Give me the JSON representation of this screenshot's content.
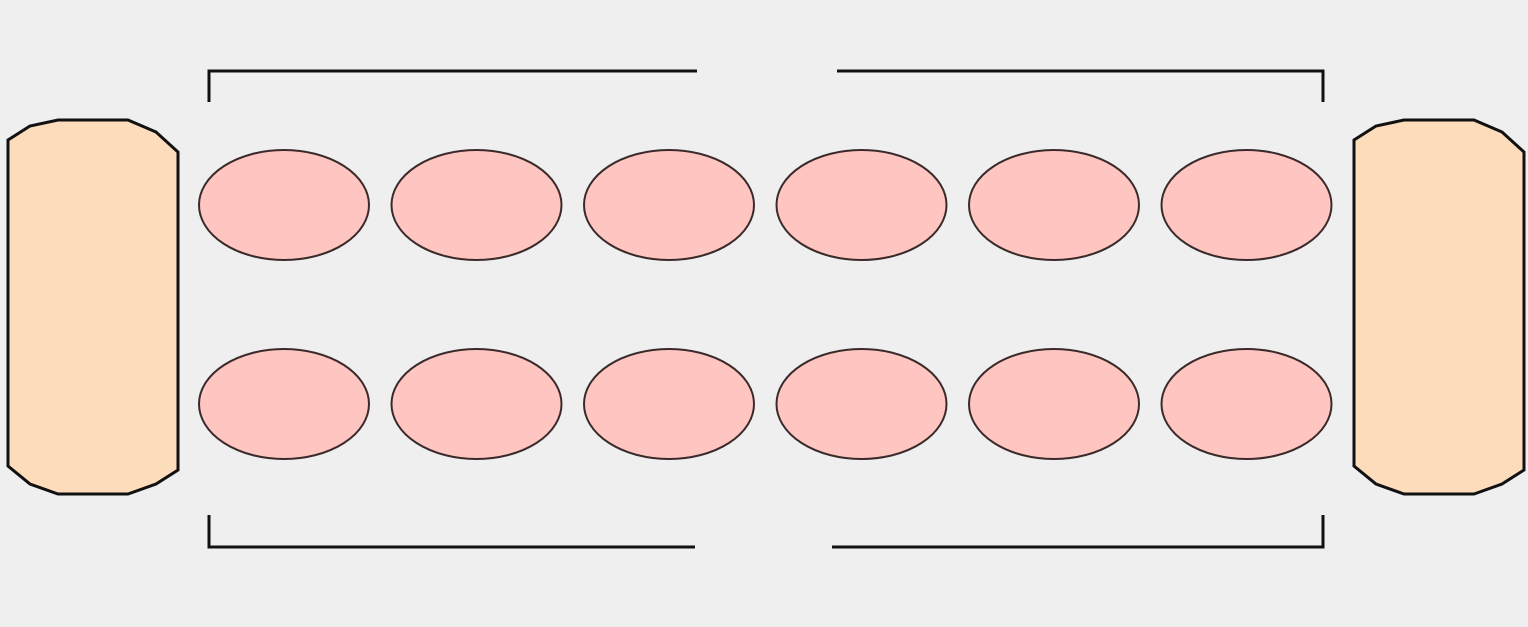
{
  "colors": {
    "background": "#efefef",
    "stroke": "#111111",
    "cap_fill": "#fddcbb",
    "cell_fill": "#ffc5c0",
    "cell_stroke": "#3a2a2a"
  },
  "diagram": {
    "caps": [
      {
        "name": "left-end-cap",
        "side": "left"
      },
      {
        "name": "right-end-cap",
        "side": "right"
      }
    ],
    "rows": [
      {
        "name": "top-row",
        "cell_count": 6
      },
      {
        "name": "bottom-row",
        "cell_count": 6
      }
    ],
    "brackets": [
      {
        "name": "top-bracket",
        "label": ""
      },
      {
        "name": "bottom-bracket",
        "label": ""
      }
    ]
  }
}
